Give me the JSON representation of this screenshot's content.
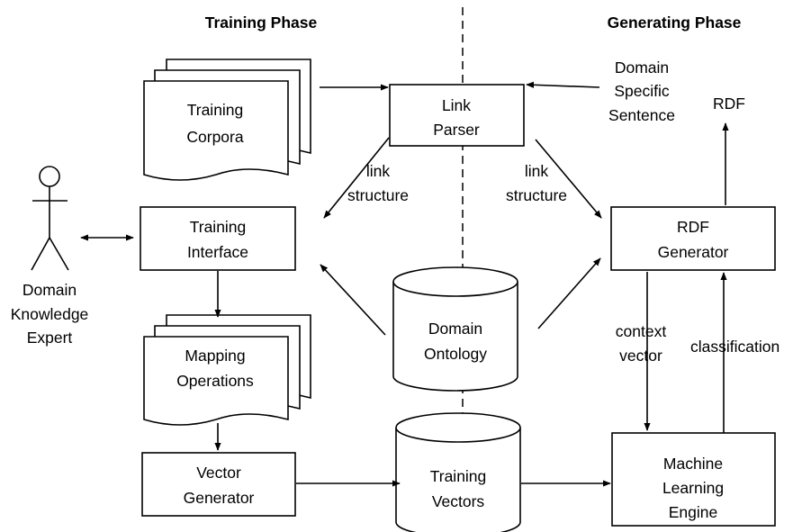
{
  "phases": {
    "training": "Training Phase",
    "generating": "Generating Phase"
  },
  "nodes": {
    "link_parser": [
      "Link",
      "Parser"
    ],
    "training_corpora": [
      "Training",
      "Corpora"
    ],
    "domain_sentence": [
      "Domain",
      "Specific",
      "Sentence"
    ],
    "rdf_output": "RDF",
    "training_interface": [
      "Training",
      "Interface"
    ],
    "rdf_generator": [
      "RDF",
      "Generator"
    ],
    "expert": [
      "Domain",
      "Knowledge",
      "Expert"
    ],
    "domain_ontology": [
      "Domain",
      "Ontology"
    ],
    "mapping_operations": [
      "Mapping",
      "Operations"
    ],
    "vector_generator": [
      "Vector",
      "Generator"
    ],
    "training_vectors": [
      "Training",
      "Vectors"
    ],
    "ml_engine": [
      "Machine",
      "Learning",
      "Engine"
    ]
  },
  "edge_labels": {
    "link_structure_left": [
      "link",
      "structure"
    ],
    "link_structure_right": [
      "link",
      "structure"
    ],
    "context_vector": [
      "context",
      "vector"
    ],
    "classification": "classification"
  }
}
